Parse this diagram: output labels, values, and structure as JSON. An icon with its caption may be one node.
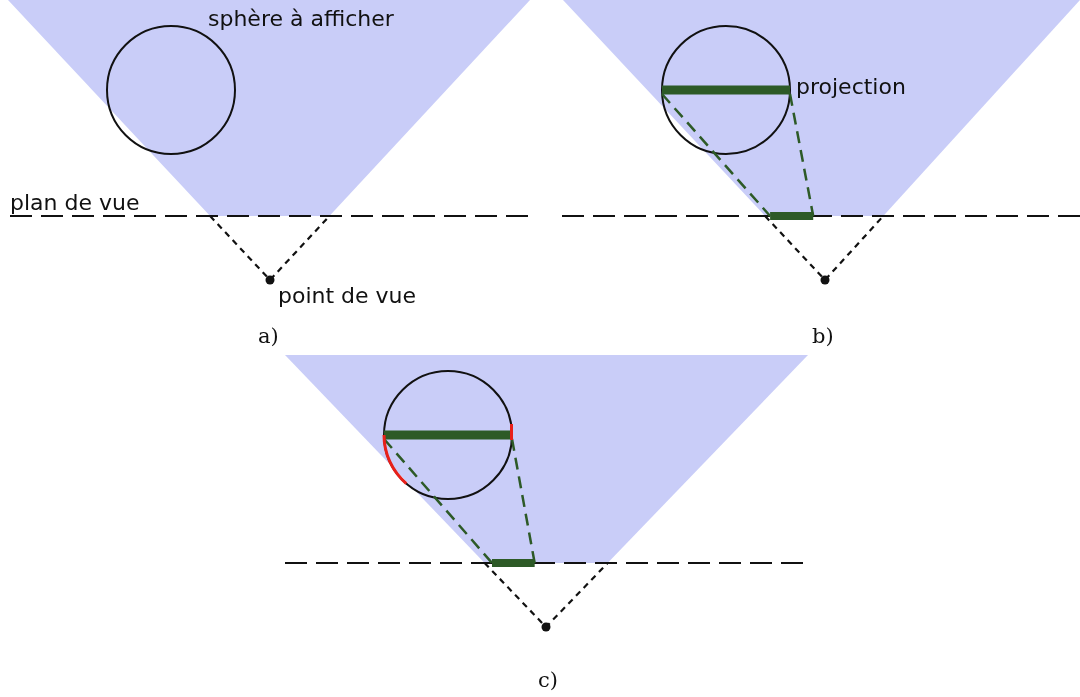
{
  "diagram": {
    "labels": [
      "sphère à afficher",
      "projection",
      "plan de vue",
      "point de vue",
      "a)",
      "b)",
      "c)"
    ]
  }
}
